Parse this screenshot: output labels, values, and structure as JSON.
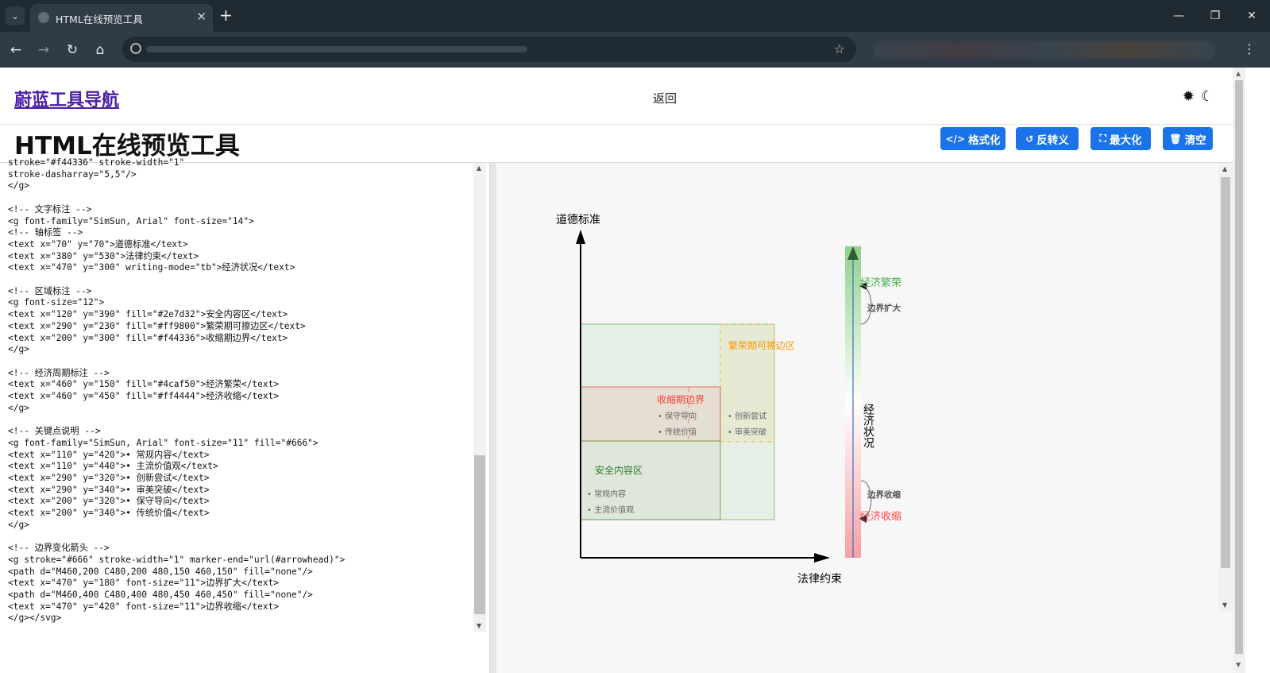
{
  "browser": {
    "tab_title": "HTML在线预览工具",
    "tab_close": "✕",
    "new_tab": "+",
    "win_minimize": "—",
    "win_restore": "❐",
    "win_close": "✕",
    "back": "←",
    "forward": "→",
    "reload": "↻",
    "home": "⌂",
    "bookmark": "☆",
    "menu": "⋮"
  },
  "site": {
    "title": "蔚蓝工具导航",
    "back_link": "返回",
    "sun_icon": "✹",
    "moon_icon": "☾"
  },
  "tool": {
    "title": "HTML在线预览工具",
    "buttons": {
      "format": "格式化",
      "unescape": "反转义",
      "maximize": "最大化",
      "clear": "清空"
    },
    "button_icons": {
      "format": "</>",
      "unescape": "↺",
      "maximize": "⛶",
      "clear": "🗑"
    }
  },
  "editor": {
    "lines": [
      "stroke=\"#f44336\" stroke-width=\"1\"",
      "stroke-dasharray=\"5,5\"/>",
      "</g>",
      "",
      "<!-- 文字标注 -->",
      "<g font-family=\"SimSun, Arial\" font-size=\"14\">",
      "<!-- 轴标签 -->",
      "<text x=\"70\" y=\"70\">道德标准</text>",
      "<text x=\"380\" y=\"530\">法律约束</text>",
      "<text x=\"470\" y=\"300\" writing-mode=\"tb\">经济状况</text>",
      "",
      "<!-- 区域标注 -->",
      "<g font-size=\"12\">",
      "<text x=\"120\" y=\"390\" fill=\"#2e7d32\">安全内容区</text>",
      "<text x=\"290\" y=\"230\" fill=\"#ff9800\">繁荣期可擦边区</text>",
      "<text x=\"200\" y=\"300\" fill=\"#f44336\">收缩期边界</text>",
      "</g>",
      "",
      "<!-- 经济周期标注 -->",
      "<text x=\"460\" y=\"150\" fill=\"#4caf50\">经济繁荣</text>",
      "<text x=\"460\" y=\"450\" fill=\"#ff4444\">经济收缩</text>",
      "</g>",
      "",
      "<!-- 关键点说明 -->",
      "<g font-family=\"SimSun, Arial\" font-size=\"11\" fill=\"#666\">",
      "<text x=\"110\" y=\"420\">• 常规内容</text>",
      "<text x=\"110\" y=\"440\">• 主流价值观</text>",
      "<text x=\"290\" y=\"320\">• 创新尝试</text>",
      "<text x=\"290\" y=\"340\">• 审美突破</text>",
      "<text x=\"200\" y=\"320\">• 保守导向</text>",
      "<text x=\"200\" y=\"340\">• 传统价值</text>",
      "</g>",
      "",
      "<!-- 边界变化箭头 -->",
      "<g stroke=\"#666\" stroke-width=\"1\" marker-end=\"url(#arrowhead)\">",
      "<path d=\"M460,200 C480,200 480,150 460,150\" fill=\"none\"/>",
      "<text x=\"470\" y=\"180\" font-size=\"11\">边界扩大</text>",
      "<path d=\"M460,400 C480,400 480,450 460,450\" fill=\"none\"/>",
      "<text x=\"470\" y=\"420\" font-size=\"11\">边界收缩</text>",
      "</g></svg>"
    ]
  },
  "diagram": {
    "axis_y_label": "道德标准",
    "axis_x_label": "法律约束",
    "axis_econ_label": "经济状况",
    "safe_zone": "安全内容区",
    "boom_zone": "繁荣期可擦边区",
    "shrink_boundary": "收缩期边界",
    "econ_boom": "经济繁荣",
    "econ_shrink": "经济收缩",
    "bullet_regular": "• 常规内容",
    "bullet_mainstream": "• 主流价值观",
    "bullet_innovation": "• 创新尝试",
    "bullet_aesthetic": "• 审美突破",
    "bullet_conservative": "• 保守导向",
    "bullet_traditional": "• 传统价值",
    "boundary_expand": "边界扩大",
    "boundary_shrink": "边界收缩",
    "colors": {
      "safe": "#2e7d32",
      "boom": "#ff9800",
      "shrink": "#f44336",
      "econ_boom": "#4caf50",
      "econ_shrink": "#ff4444",
      "note": "#666666",
      "button": "#1a73e8",
      "site_title": "#4b1fa8"
    }
  }
}
